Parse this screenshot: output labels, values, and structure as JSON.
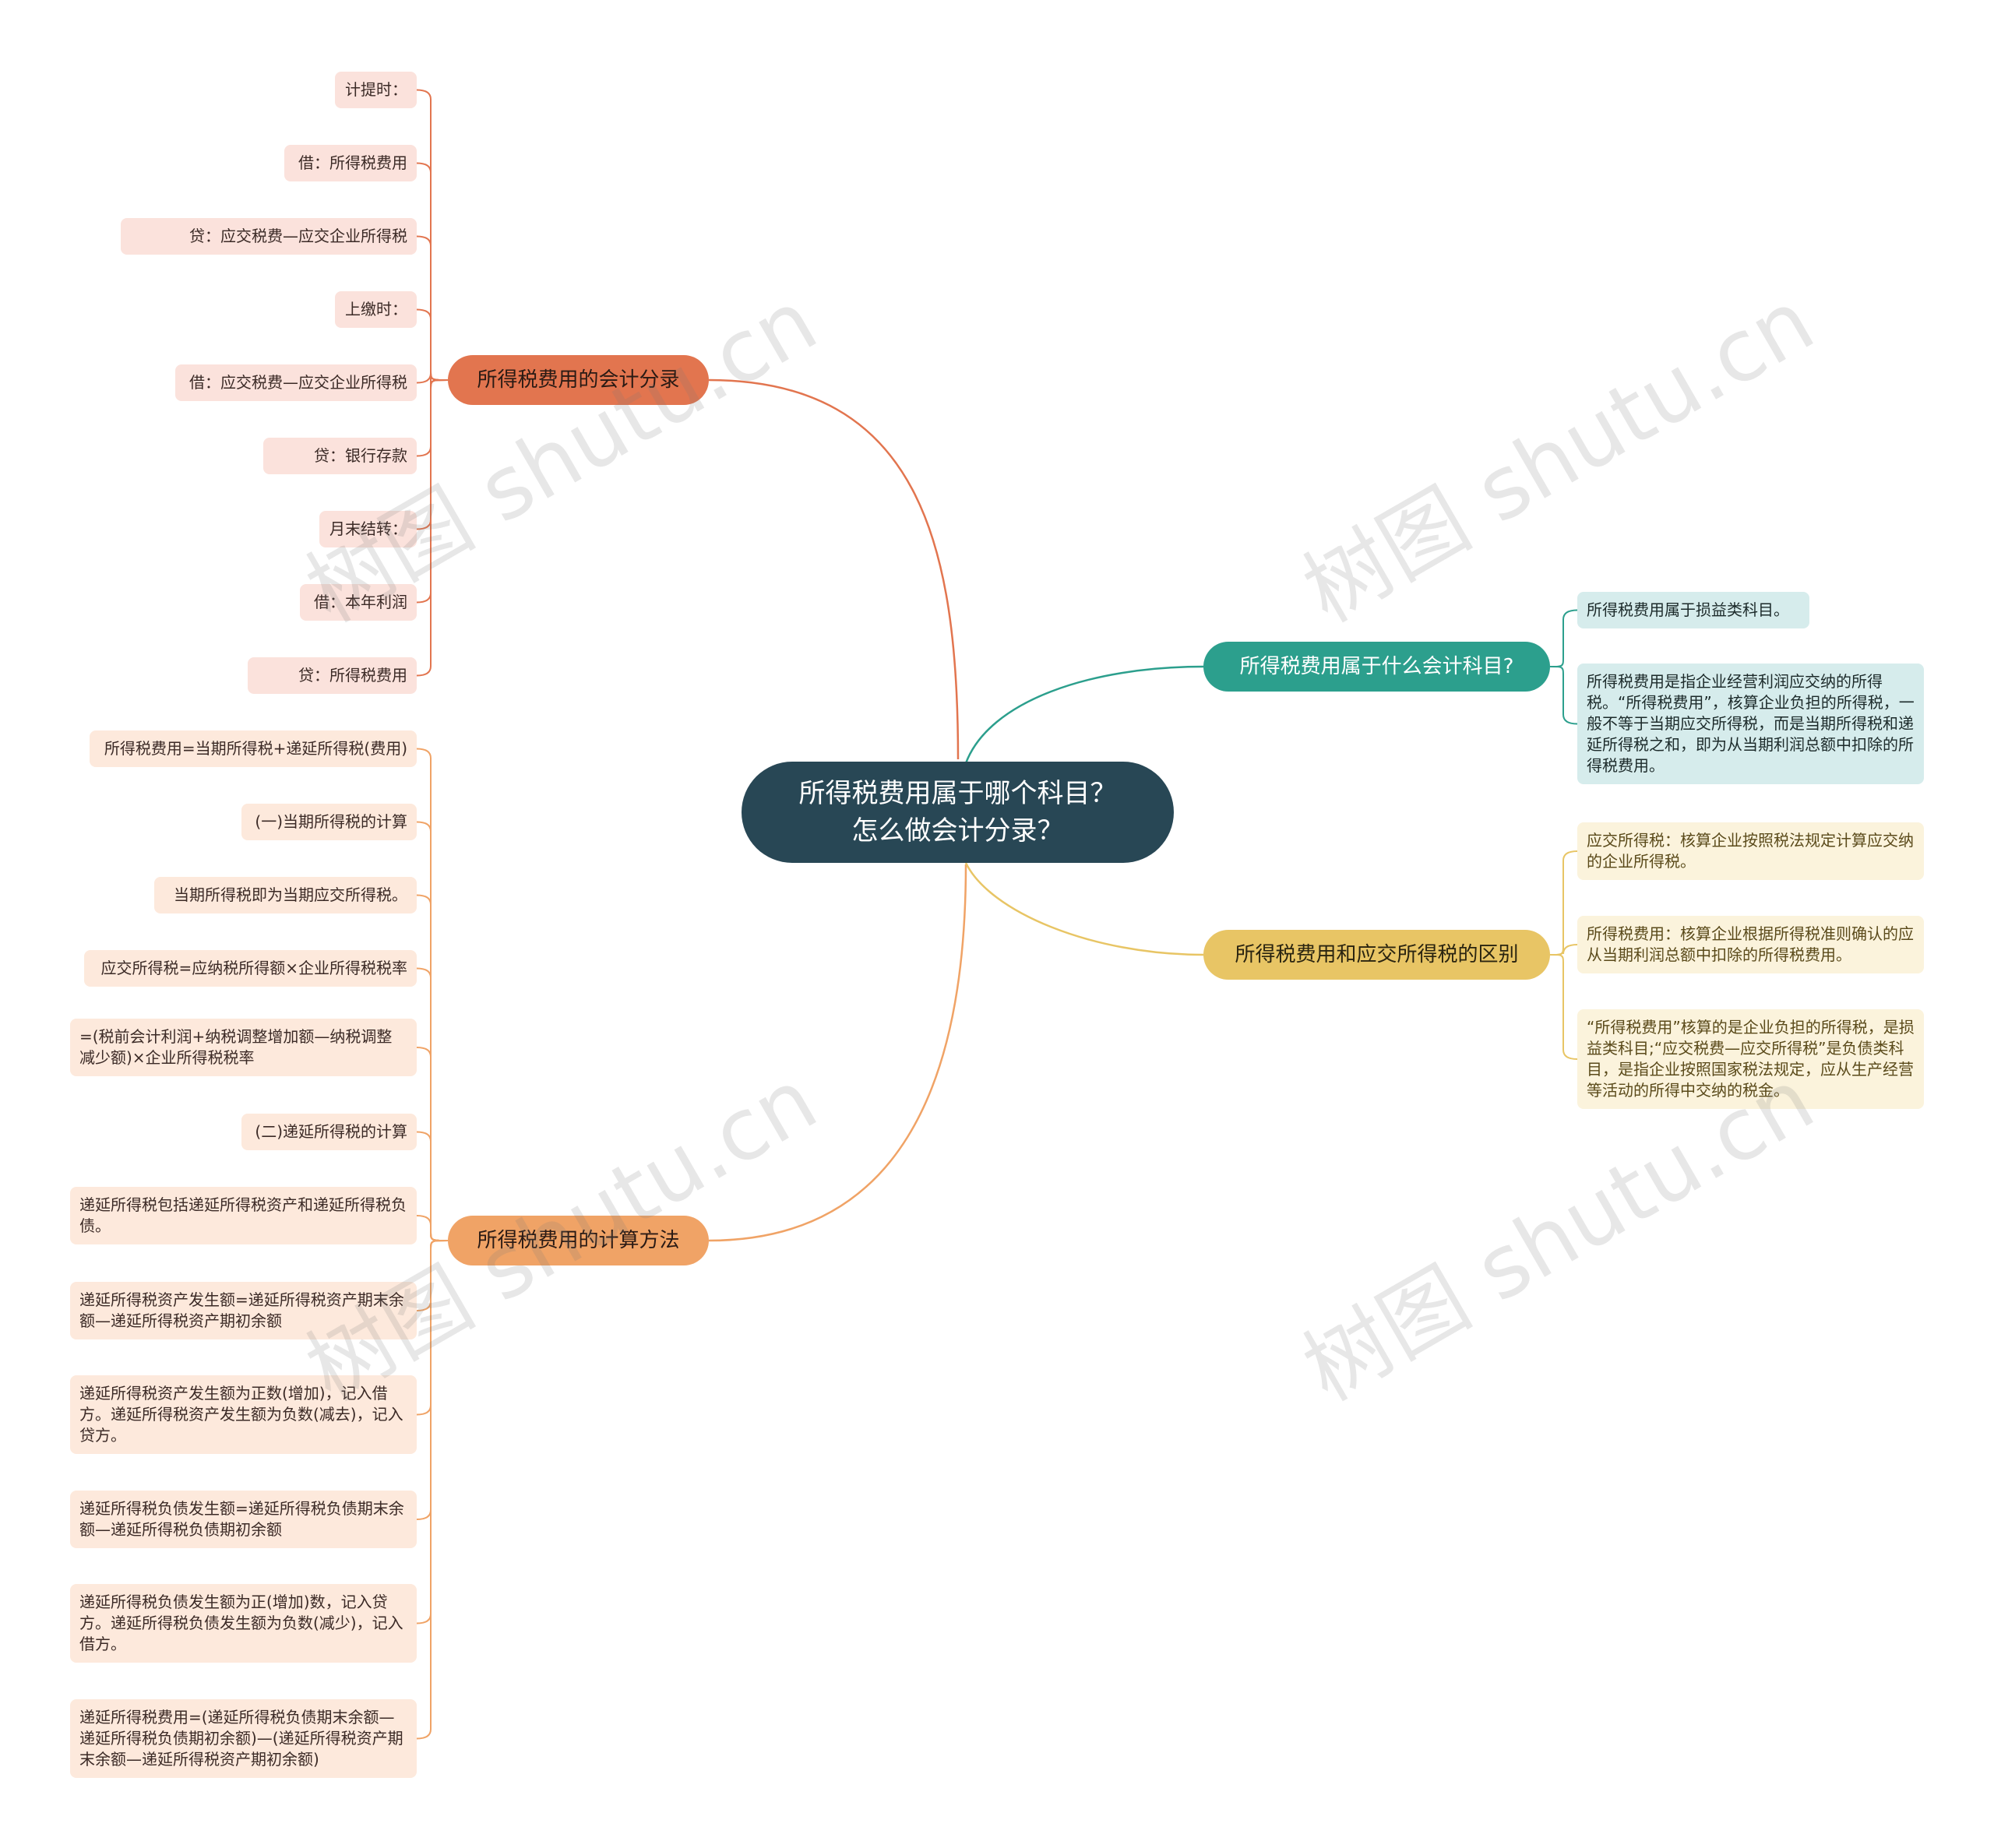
{
  "root": {
    "label": "所得税费用属于哪个科目？怎么做会计分录？"
  },
  "branches": {
    "accounting_entries": {
      "label": "所得税费用的会计分录",
      "items": [
        "计提时：",
        "借：所得税费用",
        "贷：应交税费—应交企业所得税",
        "上缴时：",
        "借：应交税费—应交企业所得税",
        "贷：银行存款",
        "月末结转：",
        "借：本年利润",
        "贷：所得税费用"
      ]
    },
    "calculation": {
      "label": "所得税费用的计算方法",
      "items": [
        "所得税费用=当期所得税+递延所得税(费用)",
        "(一)当期所得税的计算",
        "当期所得税即为当期应交所得税。",
        "应交所得税=应纳税所得额×企业所得税税率",
        "=(税前会计利润+纳税调整增加额—纳税调整减少额)×企业所得税税率",
        "(二)递延所得税的计算",
        "递延所得税包括递延所得税资产和递延所得税负债。",
        "递延所得税资产发生额=递延所得税资产期末余额—递延所得税资产期初余额",
        "递延所得税资产发生额为正数(增加)，记入借方。递延所得税资产发生额为负数(减去)，记入贷方。",
        "递延所得税负债发生额=递延所得税负债期末余额—递延所得税负债期初余额",
        "递延所得税负债发生额为正(增加)数，记入贷方。递延所得税负债发生额为负数(减少)，记入借方。",
        "递延所得税费用=(递延所得税负债期末余额—递延所得税负债期初余额)—(递延所得税资产期末余额—递延所得税资产期初余额)"
      ]
    },
    "which_account": {
      "label": "所得税费用属于什么会计科目?",
      "items": [
        "所得税费用属于损益类科目。",
        "所得税费用是指企业经营利润应交纳的所得税。“所得税费用”，核算企业负担的所得税，一般不等于当期应交所得税，而是当期所得税和递延所得税之和，即为从当期利润总额中扣除的所得税费用。"
      ]
    },
    "difference": {
      "label": "所得税费用和应交所得税的区别",
      "items": [
        "应交所得税：核算企业按照税法规定计算应交纳的企业所得税。",
        "所得税费用：核算企业根据所得税准则确认的应从当期利润总额中扣除的所得税费用。",
        "“所得税费用”核算的是企业负担的所得税，是损益类科目;“应交税费—应交所得税”是负债类科目，是指企业按照国家税法规定，应从生产经营等活动的所得中交纳的税金。"
      ]
    }
  },
  "watermark": "树图 shutu.cn",
  "colors": {
    "root": "#284755",
    "red": "#e2754f",
    "orange": "#f0a366",
    "teal": "#2c9f8d",
    "yellow": "#e8c565"
  }
}
